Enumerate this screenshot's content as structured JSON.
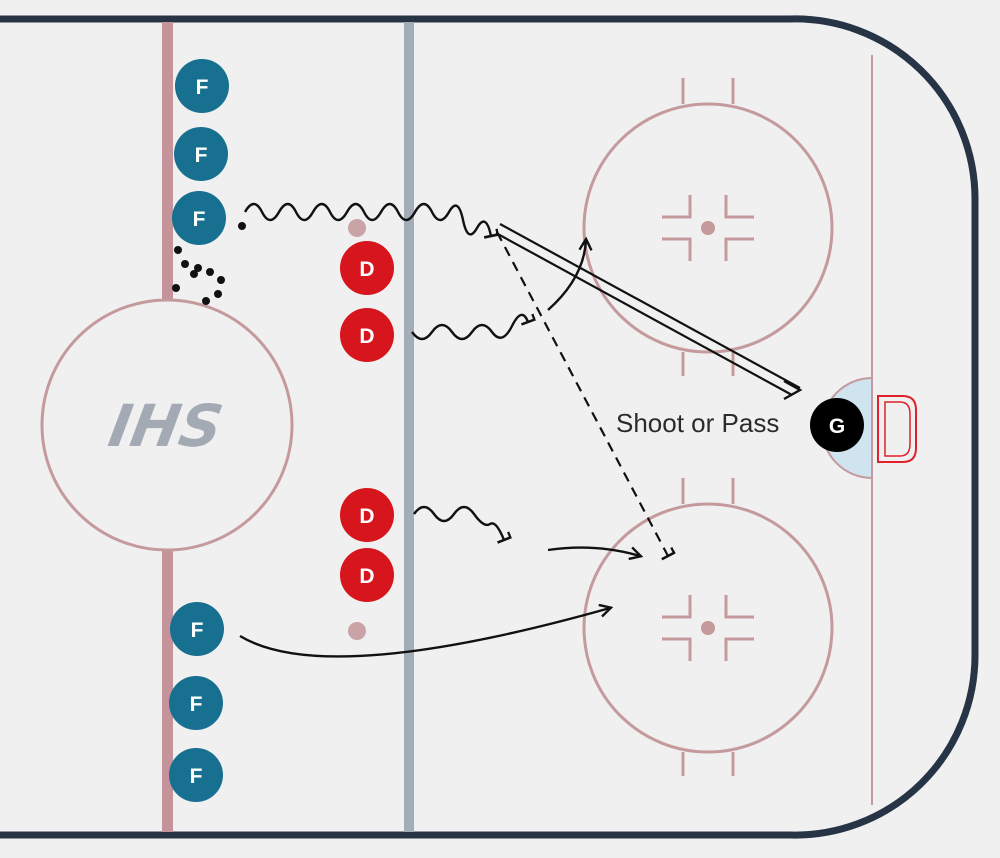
{
  "logo": {
    "text": "IHS"
  },
  "players": {
    "forwards": [
      "F",
      "F",
      "F",
      "F",
      "F",
      "F"
    ],
    "defense": [
      "D",
      "D",
      "D",
      "D"
    ],
    "goalie": "G"
  },
  "annotation": "Shoot or Pass",
  "colors": {
    "forward": "#17708f",
    "defense": "#d7151c",
    "goalie": "#000000",
    "rink_line": "#c49a9d",
    "board": "#273445",
    "blue_line": "#a2adb7",
    "crease": "#cfe4ef",
    "net": "#e0202a"
  }
}
